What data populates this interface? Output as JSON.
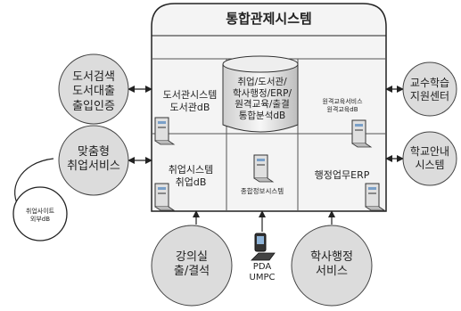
{
  "system": {
    "title": "통합관제시스템",
    "cells": {
      "library": "도서관시스템\n도서관dB",
      "center_db": "취업/도서관/\n학사행정/ERP/\n원격교육/출결\n통합분석dB",
      "remote": "원격교육서비스\n원격교육dB",
      "job": "취업시스템\n취업dB",
      "info": "종합정보시스템",
      "erp": "행정업무ERP"
    }
  },
  "outer_nodes": {
    "library_services": "도서검색\n도서대출\n출입인증",
    "job_service": "맞춤형\n취업서비스",
    "external_db": "취업사이트\n외부dB",
    "professor": "교수학습\n지원센터",
    "school_guide": "학교안내\n시스템",
    "attendance": "강의실\n출/결석",
    "academic": "학사행정\n서비스"
  },
  "device": {
    "label": "PDA\nUMPC"
  },
  "colors": {
    "background": "#ffffff",
    "circle_fill": "#dcdcdc",
    "panel_fill": "#f4f4f4",
    "line": "#222222"
  }
}
